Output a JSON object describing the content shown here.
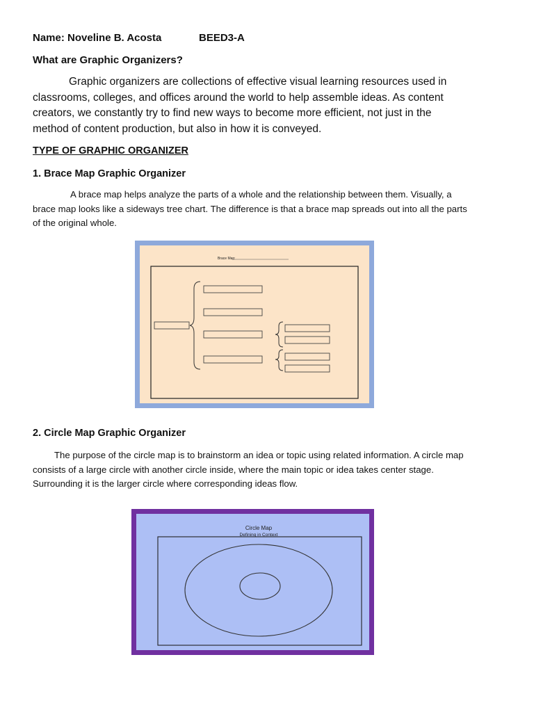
{
  "header": {
    "name": "Name: Noveline B. Acosta",
    "section": "BEED3-A"
  },
  "intro": {
    "question": "What are Graphic Organizers?",
    "paragraph_lines": [
      "Graphic organizers are collections of effective visual learning resources used in",
      "classrooms, colleges, and offices around the world to help assemble ideas. As content",
      "creators, we constantly try to find new ways to become more efficient, not just in the",
      "method of content production, but also in how it is conveyed."
    ]
  },
  "types_heading": "TYPE OF GRAPHIC ORGANIZER",
  "brace": {
    "heading": "1. Brace Map Graphic Organizer",
    "paragraph_lines": [
      "A brace map helps analyze the parts of a whole and the relationship between them. Visually, a",
      "brace map looks like a sideways tree chart. The difference is that a brace map spreads out into all the parts",
      "of the original whole."
    ],
    "figure_title": "Brace Map:"
  },
  "circle": {
    "heading": "2. Circle Map Graphic Organizer",
    "paragraph_lines": [
      "The purpose of the circle map is to brainstorm an idea or topic using related information. A circle map",
      "consists of a large circle with another circle inside, where the main topic or idea takes center stage.",
      "Surrounding it is the larger circle where corresponding ideas flow."
    ],
    "figure_title": "Circle Map",
    "figure_subtitle": "Defining in Context"
  },
  "colors": {
    "brace_frame": "#8ea9db",
    "brace_fill": "#fce4c8",
    "circle_frame": "#7030a0",
    "circle_fill": "#adbff5"
  }
}
